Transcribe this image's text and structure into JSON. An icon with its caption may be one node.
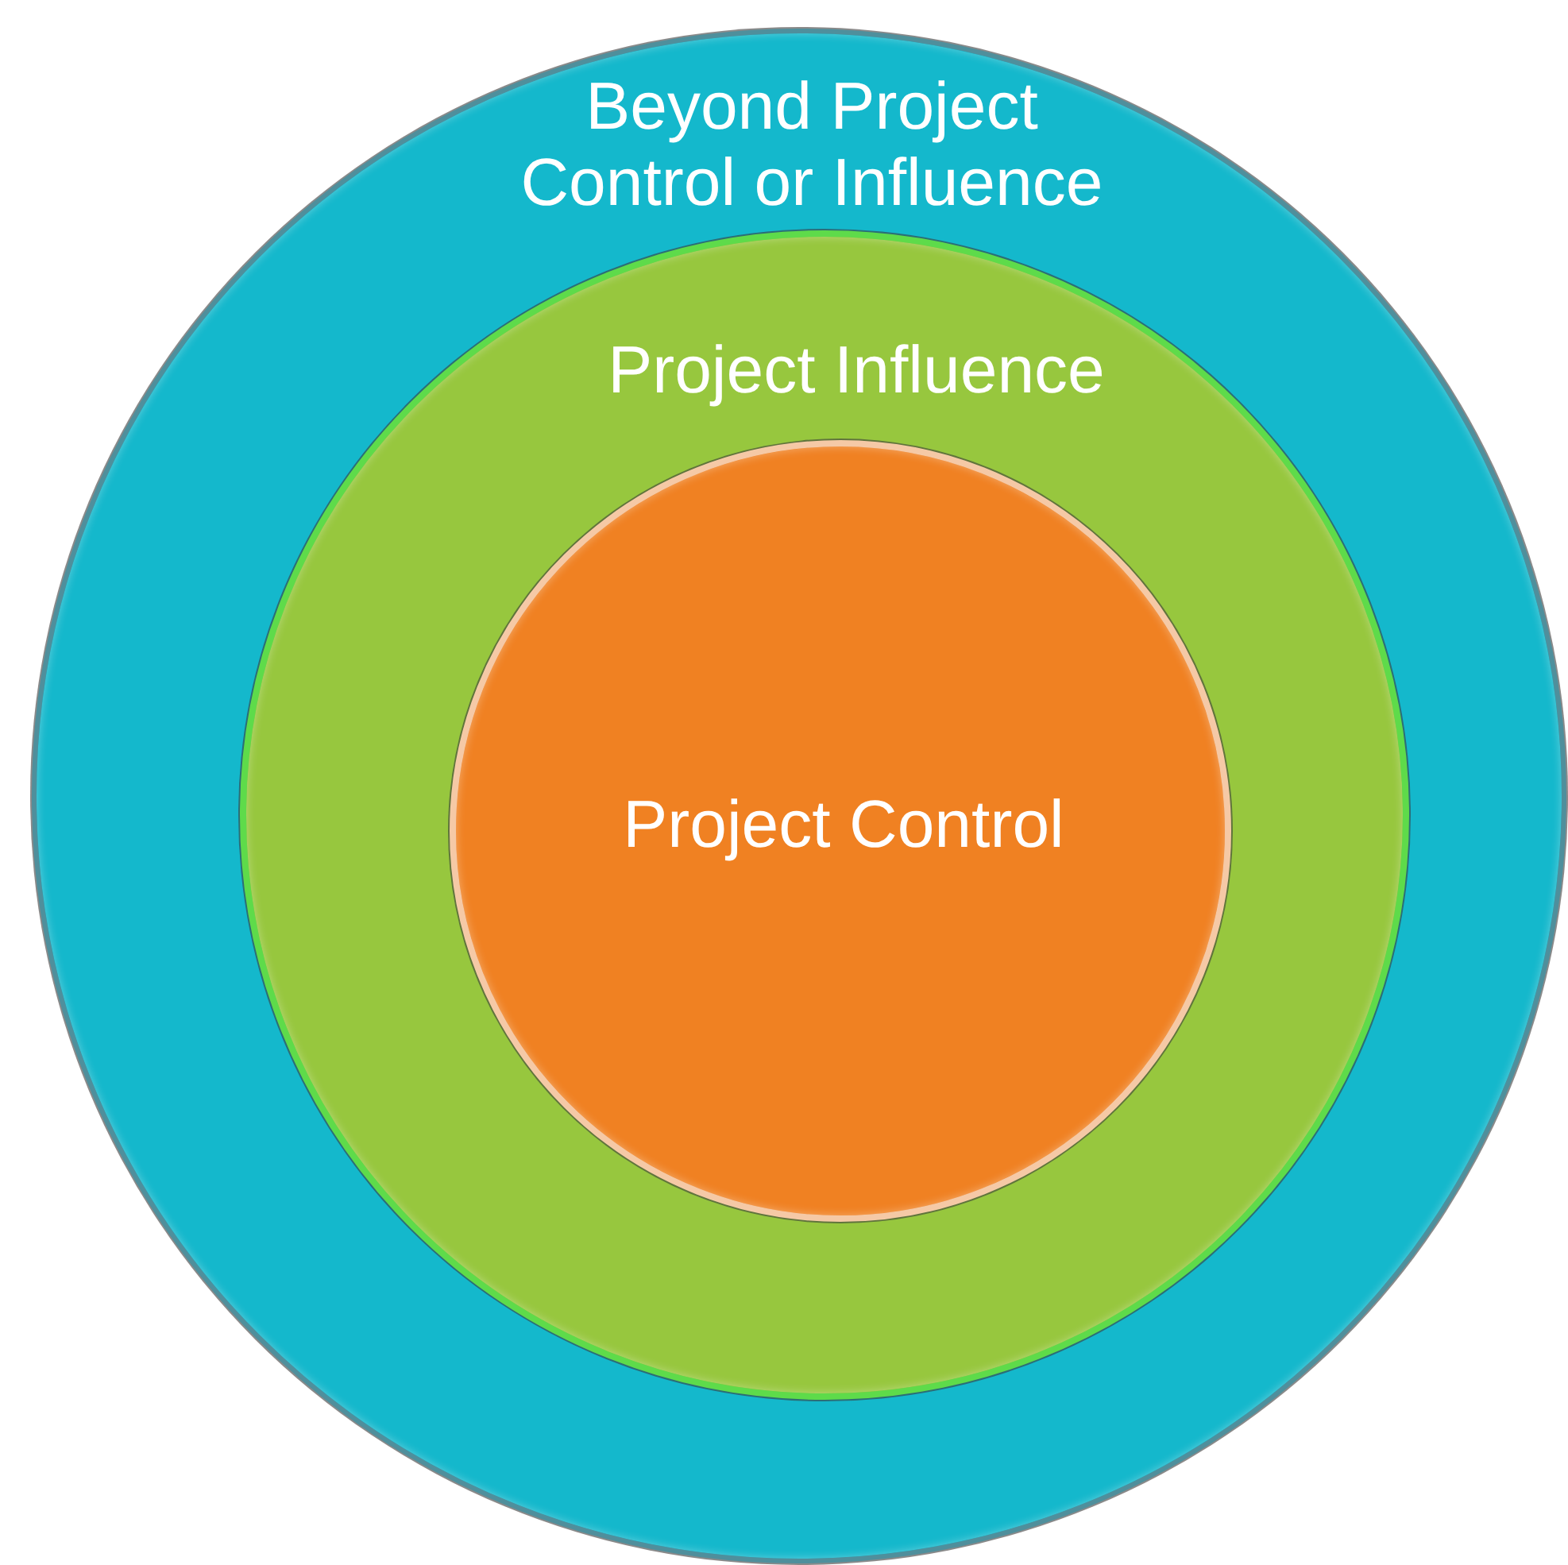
{
  "diagram": {
    "nodes": [
      {
        "text": [
          "Beyond Project Control or Influence"
        ]
      },
      {
        "text": [
          "Project Influence"
        ],
        "in": 0
      },
      {
        "text": [
          "Project Control"
        ],
        "in": 1
      }
    ]
  }
}
